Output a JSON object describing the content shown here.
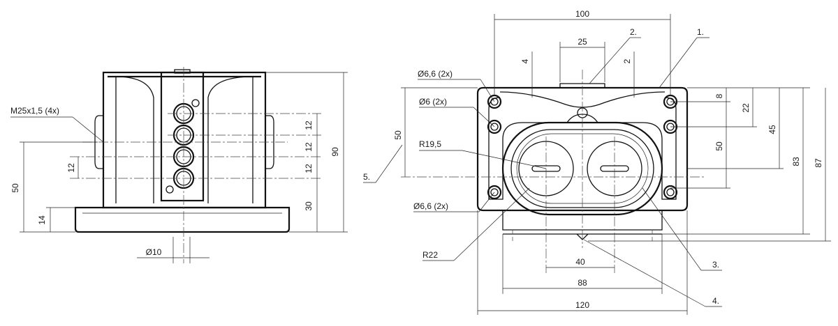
{
  "dimensions": {
    "thread_callout": "M25x1,5 (4x)",
    "d12_a": "12",
    "d12_b": "12",
    "d12_c": "12",
    "d12_left": "12",
    "d90": "90",
    "d30": "30",
    "d50_left": "50",
    "d14": "14",
    "d_dia10": "Ø10",
    "d100": "100",
    "d25": "25",
    "d4": "4",
    "d2": "2",
    "d_hole66_top": "Ø6,6 (2x)",
    "d_hole6": "Ø6 (2x)",
    "d_r195": "R19,5",
    "d50_front": "50",
    "d_hole66_bottom": "Ø6,6 (2x)",
    "d_r22": "R22",
    "d8": "8",
    "d22": "22",
    "d50_right": "50",
    "d45": "45",
    "d83": "83",
    "d87": "87",
    "d40": "40",
    "d88": "88",
    "d120": "120"
  },
  "callouts": {
    "c1": "1.",
    "c2": "2.",
    "c3": "3.",
    "c4": "4.",
    "c5": "5."
  }
}
